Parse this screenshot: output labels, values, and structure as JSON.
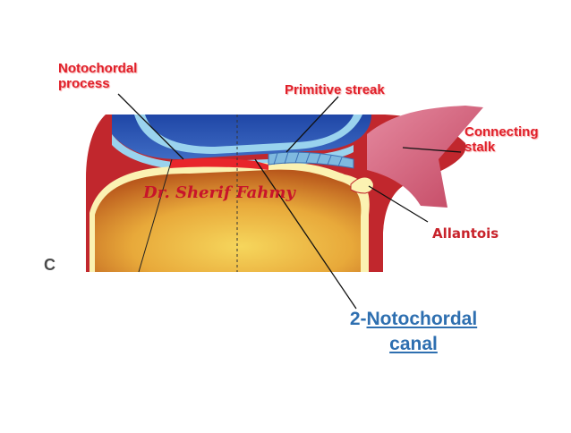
{
  "labels": {
    "notochordal_process_line1": "Notochordal",
    "notochordal_process_line2": "process",
    "primitive_streak": "Primitive streak",
    "connecting_stalk_line1": "Connecting",
    "connecting_stalk_line2": "stalk",
    "allantois": "Allantois",
    "panel_letter": "C",
    "signature": "Dr. Sherif Fahmy",
    "canal_prefix": "2-",
    "canal_word1": "Notochordal",
    "canal_word2": "canal"
  },
  "colors": {
    "label_red": "#e0202a",
    "canal_blue": "#2e6fb0",
    "amnion_blue": "#2a56b0",
    "ectoderm_light_blue": "#9ad3ee",
    "yolk_yellow": "#f0c24a",
    "yolk_orange": "#c8711e",
    "mesoderm_red": "#c1272d",
    "stalk_pink": "#e37a8c",
    "endoderm_cream": "#fbf2b2"
  }
}
